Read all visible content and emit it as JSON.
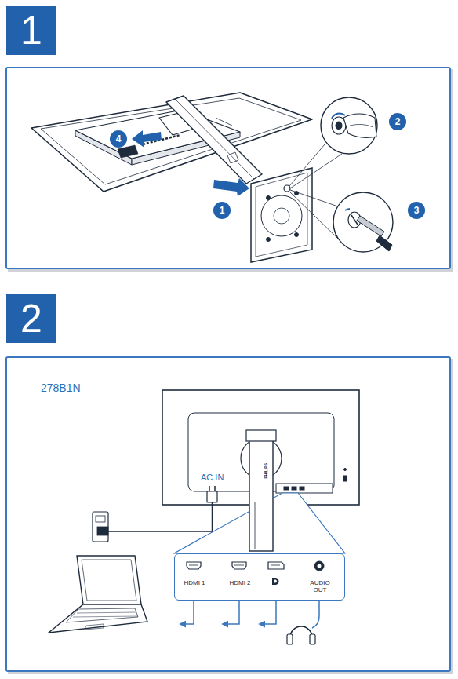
{
  "diagram": {
    "nodes": [
      {
        "text": [
          "1"
        ]
      },
      {
        "text": [
          "2"
        ]
      },
      {
        "text": [
          "4"
        ]
      },
      {
        "text": [
          "1"
        ]
      },
      {
        "text": [
          "3"
        ]
      },
      {
        "text": [
          "2"
        ]
      },
      {
        "text": [
          "HDMI 1",
          "HDMI 2",
          "AUDIO OUT"
        ]
      }
    ],
    "labels": [
      "278B1N",
      "AC IN",
      "PHILIPS"
    ]
  }
}
